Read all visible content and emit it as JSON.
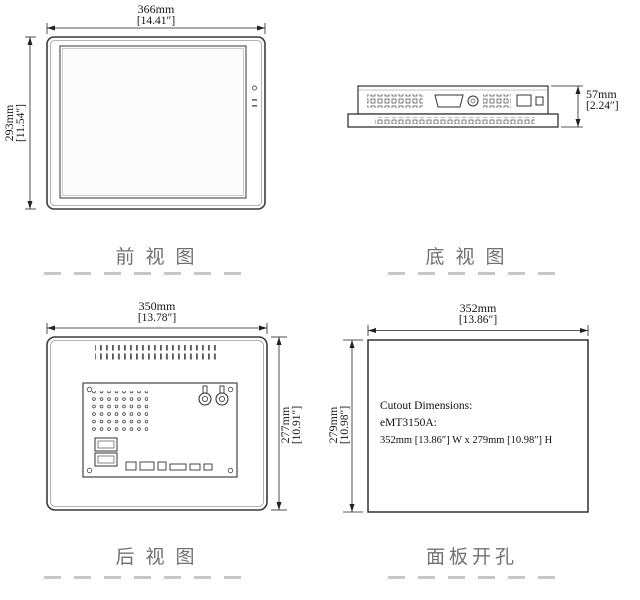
{
  "views": {
    "front": {
      "label": "前视图",
      "width_mm": "366mm",
      "width_in": "[14.41″]",
      "height_mm": "293mm",
      "height_in": "[11.54″]"
    },
    "bottom": {
      "label": "底视图",
      "thickness_mm": "57mm",
      "thickness_in": "[2.24″]"
    },
    "rear": {
      "label": "后视图",
      "width_mm": "350mm",
      "width_in": "[13.78″]",
      "height_mm": "277mm",
      "height_in": "[10.91″]"
    },
    "cutout": {
      "label": "面板开孔",
      "width_mm": "352mm",
      "width_in": "[13.86″]",
      "height_mm": "279mm",
      "height_in": "[10.98″]",
      "note_line1": "Cutout Dimensions:",
      "note_line2": "eMT3150A:",
      "note_line3": "352mm [13.86″] W x 279mm [10.98″] H"
    }
  }
}
